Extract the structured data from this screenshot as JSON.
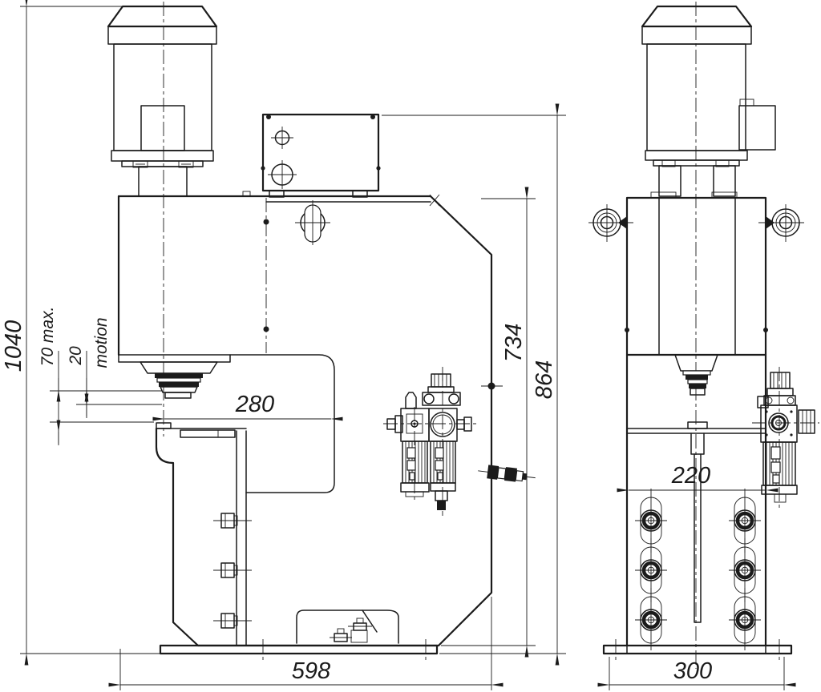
{
  "drawing": {
    "background": "#ffffff",
    "stroke_color": "#1b1b1b",
    "dims": {
      "overall_height": "1040",
      "max_stroke": "70 max.",
      "stroke": "20",
      "motion_label": "motion",
      "throat_depth": "280",
      "total_height": "864",
      "frame_height": "734",
      "front_base_width": "598",
      "side_column_width": "220",
      "side_base_width": "300"
    }
  }
}
